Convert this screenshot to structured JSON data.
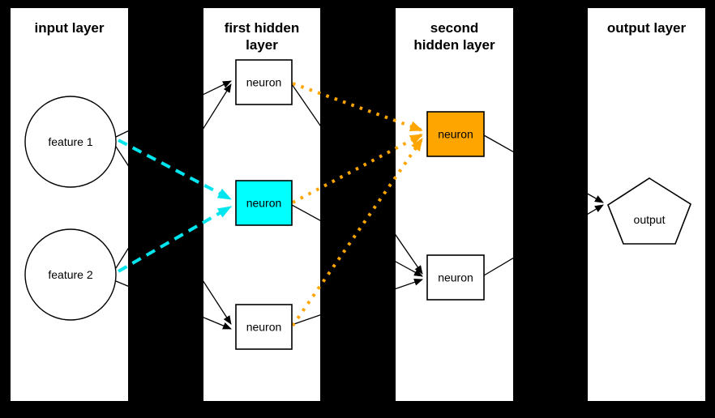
{
  "colors": {
    "background": "#000000",
    "panel": "#ffffff",
    "edge_default": "#000000",
    "node_stroke": "#000000",
    "highlight_cyan_fill": "#00ffff",
    "cyan_edge": "#00e5ee",
    "highlight_orange_fill": "#ffa500",
    "orange_edge": "#ffa500"
  },
  "panels": [
    {
      "id": "input-layer",
      "title_lines": [
        "input layer"
      ]
    },
    {
      "id": "first-hidden-layer",
      "title_lines": [
        "first hidden",
        "layer"
      ]
    },
    {
      "id": "second-hidden-layer",
      "title_lines": [
        "second",
        "hidden layer"
      ]
    },
    {
      "id": "output-layer",
      "title_lines": [
        "output layer"
      ]
    }
  ],
  "nodes": [
    {
      "id": "feature-1",
      "label": "feature 1",
      "shape": "circle",
      "layer": "input-layer",
      "highlight": "none"
    },
    {
      "id": "feature-2",
      "label": "feature 2",
      "shape": "circle",
      "layer": "input-layer",
      "highlight": "none"
    },
    {
      "id": "hidden1-top",
      "label": "neuron",
      "shape": "rect",
      "layer": "first-hidden-layer",
      "highlight": "none"
    },
    {
      "id": "hidden1-middle",
      "label": "neuron",
      "shape": "rect",
      "layer": "first-hidden-layer",
      "highlight": "cyan"
    },
    {
      "id": "hidden1-bottom",
      "label": "neuron",
      "shape": "rect",
      "layer": "first-hidden-layer",
      "highlight": "none"
    },
    {
      "id": "hidden2-top",
      "label": "neuron",
      "shape": "rect",
      "layer": "second-hidden-layer",
      "highlight": "orange"
    },
    {
      "id": "hidden2-bottom",
      "label": "neuron",
      "shape": "rect",
      "layer": "second-hidden-layer",
      "highlight": "none"
    },
    {
      "id": "output",
      "label": "output",
      "shape": "pentagon",
      "layer": "output-layer",
      "highlight": "none"
    }
  ],
  "edges": [
    {
      "from": "feature-1",
      "to": "hidden1-top",
      "style": "solid-black"
    },
    {
      "from": "feature-2",
      "to": "hidden1-top",
      "style": "solid-black"
    },
    {
      "from": "feature-1",
      "to": "hidden1-bottom",
      "style": "solid-black"
    },
    {
      "from": "feature-2",
      "to": "hidden1-bottom",
      "style": "solid-black"
    },
    {
      "from": "feature-1",
      "to": "hidden1-middle",
      "style": "dashed-cyan"
    },
    {
      "from": "feature-2",
      "to": "hidden1-middle",
      "style": "dashed-cyan"
    },
    {
      "from": "hidden1-top",
      "to": "hidden2-bottom",
      "style": "solid-black"
    },
    {
      "from": "hidden1-middle",
      "to": "hidden2-bottom",
      "style": "solid-black"
    },
    {
      "from": "hidden1-bottom",
      "to": "hidden2-bottom",
      "style": "solid-black"
    },
    {
      "from": "hidden1-top",
      "to": "hidden2-top",
      "style": "dotted-orange"
    },
    {
      "from": "hidden1-middle",
      "to": "hidden2-top",
      "style": "dotted-orange"
    },
    {
      "from": "hidden1-bottom",
      "to": "hidden2-top",
      "style": "dotted-orange"
    },
    {
      "from": "hidden2-top",
      "to": "output",
      "style": "solid-black"
    },
    {
      "from": "hidden2-bottom",
      "to": "output",
      "style": "solid-black"
    }
  ]
}
